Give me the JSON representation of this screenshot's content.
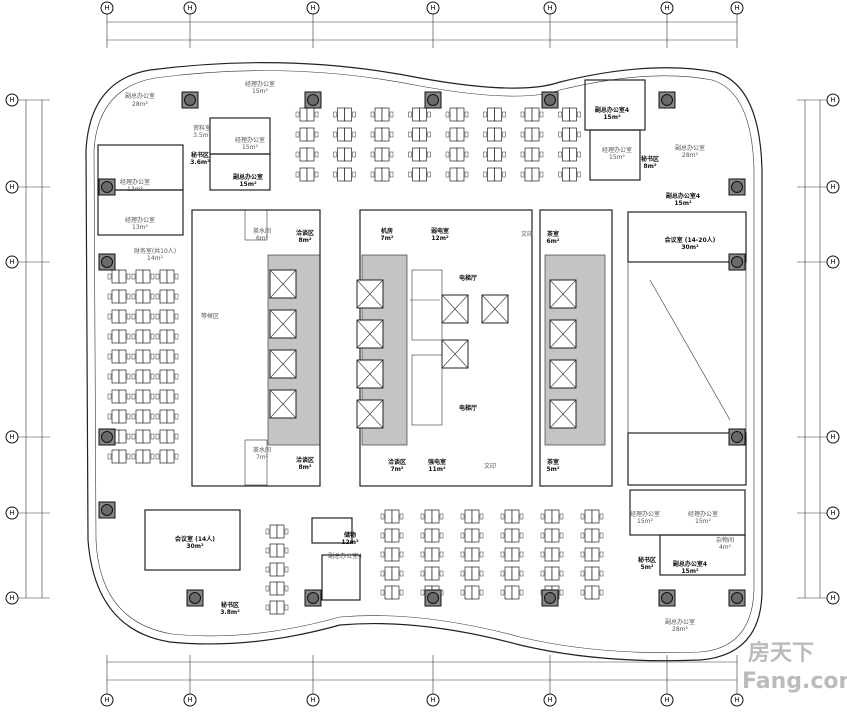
{
  "plan": {
    "axis_marker": "H",
    "rooms": {
      "vp_office_nw": "副总办公室",
      "vp_office_nw_area": "28m²",
      "mgr_office_n1": "经理办公室",
      "mgr_office_n1_area": "15m²",
      "archive": "资料室",
      "archive_area": "3.5m²",
      "mgr_office_n2": "经理办公室",
      "mgr_office_n2_area": "15m²",
      "secretary_nw": "秘书区",
      "secretary_nw_area": "3.6m²",
      "vp_office_n3": "副总办公室",
      "vp_office_n3_area": "15m²",
      "mgr_office_w1": "经理办公室",
      "mgr_office_w1_area": "13m²",
      "mgr_office_w2": "经理办公室",
      "mgr_office_w2_area": "13m²",
      "finance": "财务室(共10人)",
      "finance_area": "14m²",
      "tea_room_1": "茶水间",
      "tea_room_1_area": "6m²",
      "tea_room_2": "茶水间",
      "tea_room_2_area": "7m²",
      "meeting_corner_1": "洽谈区",
      "meeting_corner_1_area": "8m²",
      "meeting_corner_2": "洽谈区",
      "meeting_corner_2_area": "8m²",
      "meeting_corner_3": "洽谈区",
      "meeting_corner_3_area": "7m²",
      "waiting": "等候区",
      "machine_room": "机房",
      "machine_room_area": "7m²",
      "weak_elec": "弱电室",
      "weak_elec_area": "12m²",
      "strong_elec": "强电室",
      "strong_elec_area": "11m²",
      "lobby_1": "电梯厅",
      "lobby_2": "电梯厅",
      "print_1": "文印",
      "print_2": "文印",
      "tea_1": "茶室",
      "tea_1_area": "6m²",
      "tea_2": "茶室",
      "tea_2_area": "5m²",
      "vp_office_ne1": "副总办公室4",
      "vp_office_ne1_area": "15m²",
      "mgr_office_ne": "经理办公室",
      "mgr_office_ne_area": "15m²",
      "secretary_ne": "秘书区",
      "secretary_ne_area": "8m²",
      "vp_office_ne": "副总办公室",
      "vp_office_ne_area": "28m²",
      "vp_office_ne2": "副总办公室4",
      "vp_office_ne2_area": "15m²",
      "meeting_e": "会议室 (14-20人)",
      "meeting_e_area": "30m²",
      "mgr_office_se1": "经理办公室",
      "mgr_office_se1_area": "15m²",
      "mgr_office_se2": "经理办公室",
      "mgr_office_se2_area": "15m²",
      "storage_se": "杂物间",
      "storage_se_area": "4m²",
      "secretary_se": "秘书区",
      "secretary_se_area": "5m²",
      "vp_office_se1": "副总办公室4",
      "vp_office_se1_area": "15m²",
      "vp_office_se": "副总办公室",
      "vp_office_se_area": "28m²",
      "meeting_sw": "会议室 (14人)",
      "meeting_sw_area": "30m²",
      "secretary_sw": "秘书区",
      "secretary_sw_area": "3.8m²",
      "storage_s": "储物",
      "storage_s_area": "12m²",
      "vp_office_s": "副总办公室4"
    },
    "watermark": "房天下",
    "watermark_url": "Fang.com"
  }
}
